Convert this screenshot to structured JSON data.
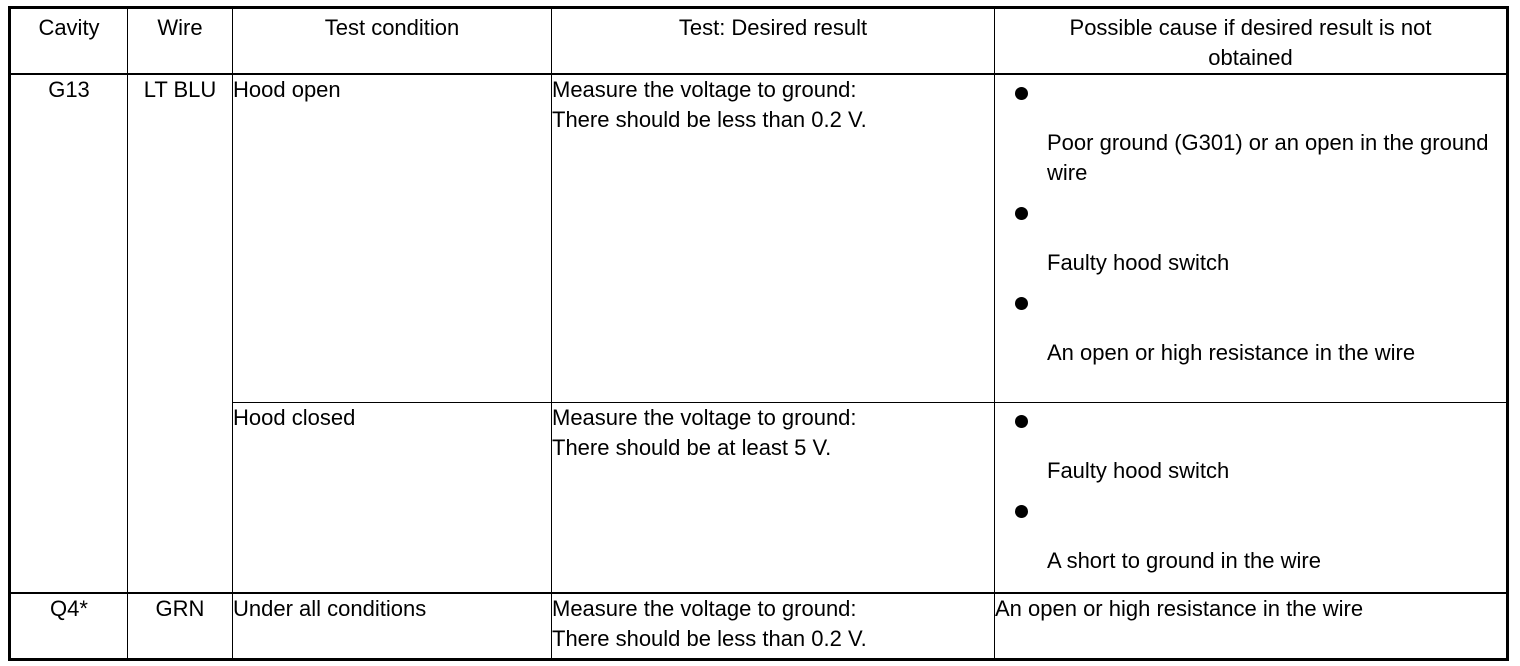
{
  "headers": {
    "cavity": "Cavity",
    "wire": "Wire",
    "test_condition": "Test condition",
    "test_desired_result": "Test: Desired result",
    "possible_cause": "Possible cause if desired result is not obtained"
  },
  "rows": [
    {
      "cavity": "G13",
      "wire": "LT BLU",
      "tests": [
        {
          "condition": "Hood open",
          "result_lines": [
            "Measure the voltage to ground:",
            "There should be less than 0.2 V."
          ],
          "causes": [
            "Poor ground (G301) or an open in the ground wire",
            "Faulty hood switch",
            "An open or high resistance in the wire"
          ]
        },
        {
          "condition": "Hood closed",
          "result_lines": [
            "Measure the voltage to ground:",
            "There should be at least 5 V."
          ],
          "causes": [
            "Faulty hood switch",
            "A short to ground in the wire"
          ]
        }
      ]
    },
    {
      "cavity": "Q4*",
      "wire": "GRN",
      "tests": [
        {
          "condition": "Under all conditions",
          "result_lines": [
            "Measure the voltage to ground:",
            "There should be less than 0.2 V."
          ],
          "cause_plain": "An open or high resistance in the wire"
        }
      ]
    }
  ]
}
